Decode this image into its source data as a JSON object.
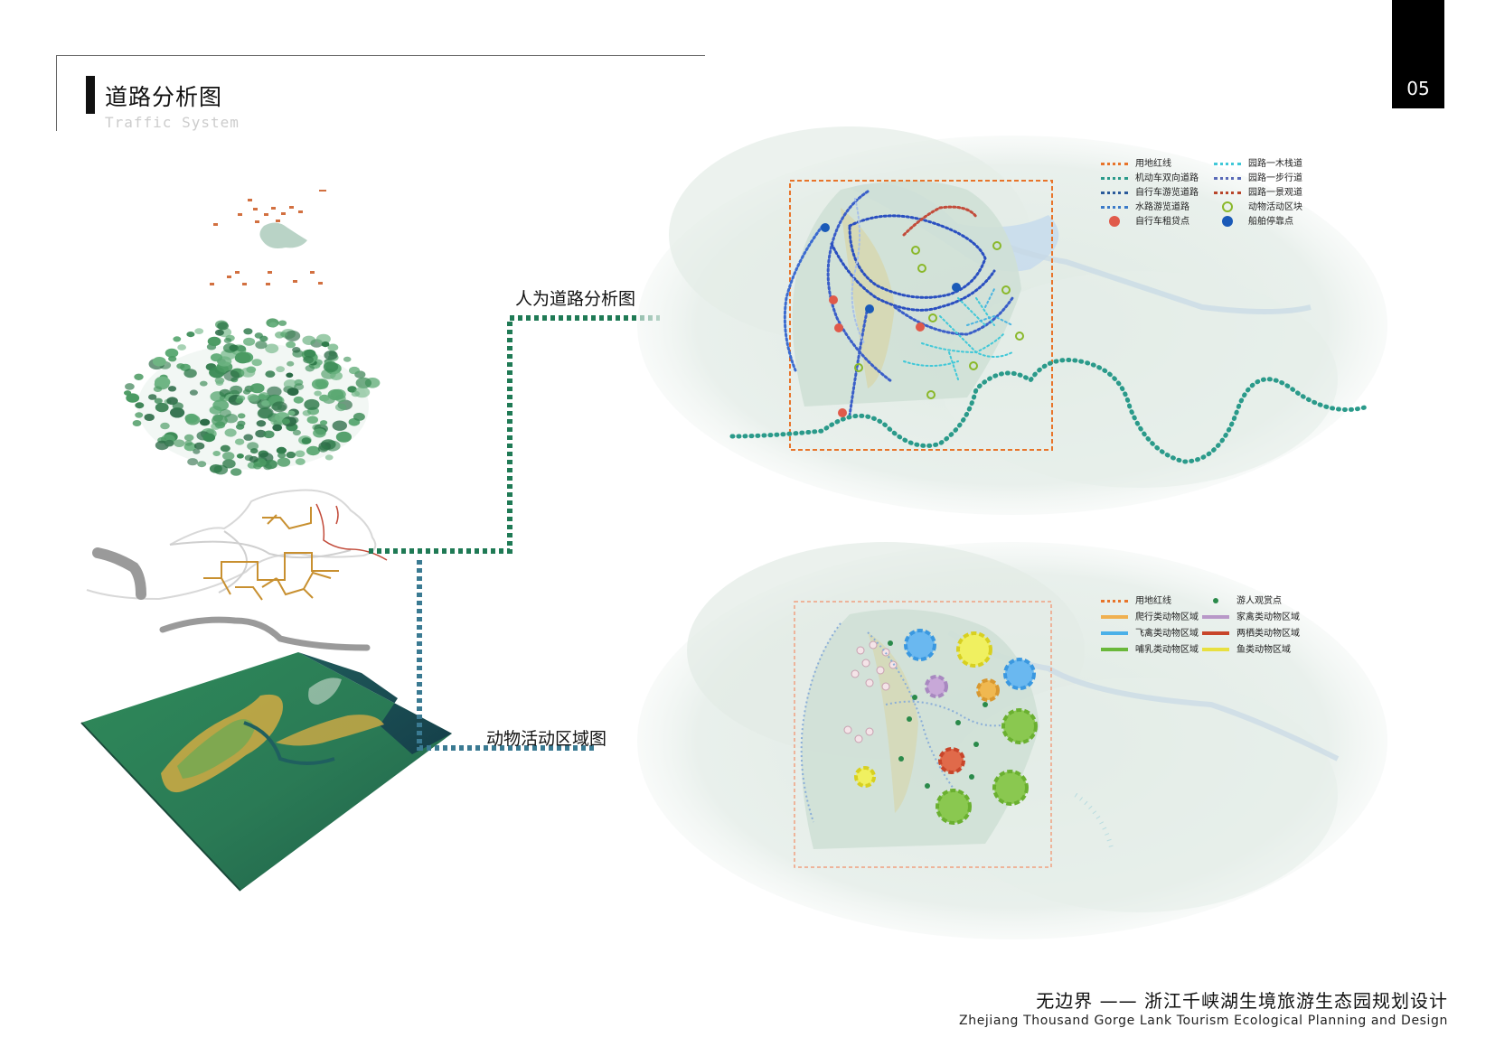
{
  "header": {
    "title_cn": "道路分析图",
    "title_en": "Traffic System",
    "page_number": "05"
  },
  "callouts": {
    "road": "人为道路分析图",
    "animal": "动物活动区域图"
  },
  "road_legend": {
    "items": [
      {
        "label": "用地红线",
        "kind": "line",
        "color": "#e8742a"
      },
      {
        "label": "园路一木栈道",
        "kind": "line",
        "color": "#40c8d8"
      },
      {
        "label": "机动车双向道路",
        "kind": "line",
        "color": "#2a9a8a"
      },
      {
        "label": "园路一步行道",
        "kind": "line",
        "color": "#5a6ab8"
      },
      {
        "label": "自行车游览道路",
        "kind": "line",
        "color": "#2a5a9a"
      },
      {
        "label": "园路一景观道",
        "kind": "line",
        "color": "#b8452a"
      },
      {
        "label": "水路游览道路",
        "kind": "line",
        "color": "#3a7ac8"
      },
      {
        "label": "动物活动区块",
        "kind": "dot",
        "color": "#8ab82a"
      },
      {
        "label": "自行车租贷点",
        "kind": "dot",
        "color": "#e05a4a"
      },
      {
        "label": "船舶停靠点",
        "kind": "dot",
        "color": "#1a5ab8"
      }
    ]
  },
  "animal_legend": {
    "items": [
      {
        "label": "用地红线",
        "kind": "line",
        "color": "#e8742a"
      },
      {
        "label": "游人观赏点",
        "kind": "dot",
        "color": "#2a8a4a"
      },
      {
        "label": "爬行类动物区域",
        "kind": "bar",
        "color": "#f0b050"
      },
      {
        "label": "家禽类动物区域",
        "kind": "bar",
        "color": "#b898c8"
      },
      {
        "label": "飞禽类动物区域",
        "kind": "bar",
        "color": "#4ab0e8"
      },
      {
        "label": "两栖类动物区域",
        "kind": "bar",
        "color": "#c8452a"
      },
      {
        "label": "哺乳类动物区域",
        "kind": "bar",
        "color": "#6ab83a"
      },
      {
        "label": "鱼类动物区域",
        "kind": "bar",
        "color": "#e8e040"
      }
    ]
  },
  "footer": {
    "title_cn": "无边界 —— 浙江千峡湖生境旅游生态园规划设计",
    "title_en": "Zhejiang Thousand Gorge Lank Tourism Ecological Planning and Design"
  }
}
